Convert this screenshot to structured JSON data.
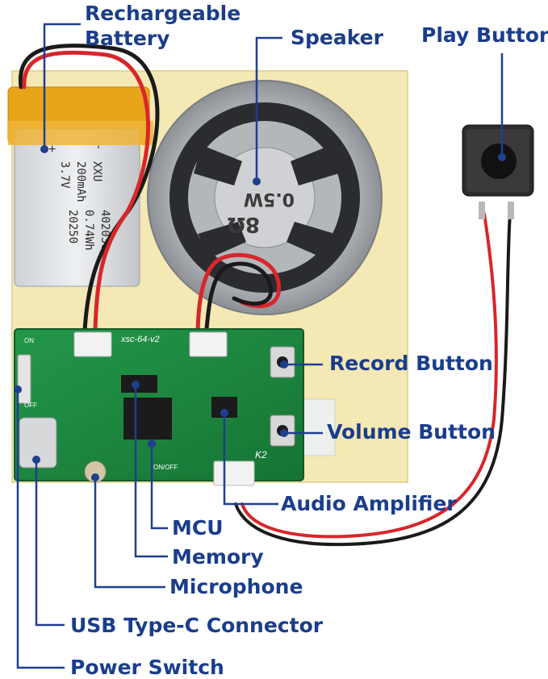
{
  "labels": {
    "battery_line1": "Rechargeable",
    "battery_line2": "Battery",
    "speaker": "Speaker",
    "play_button": "Play Button",
    "record_button": "Record Button",
    "volume_button": "Volume Button",
    "audio_amplifier": "Audio Amplifier",
    "mcu": "MCU",
    "memory": "Memory",
    "microphone": "Microphone",
    "usb": "USB Type-C Connector",
    "power_switch": "Power Switch"
  },
  "battery_print": {
    "col1": "-",
    "col2": "XXU",
    "col3": "200mAh",
    "col4": "3.7V",
    "col5": "402030",
    "col6": "0.74Wh",
    "col7": "20250"
  },
  "speaker_print": {
    "ohm": "8Ω",
    "watt": "0.5W"
  },
  "pcb_print": {
    "model": "xsc-64-v2",
    "k2": "K2",
    "onoff": "ON/OFF",
    "on": "ON",
    "off": "OFF"
  },
  "colors": {
    "label_text": "#1a3d8c",
    "leader_line": "#1f3f8f",
    "pcb": "#1f8a3a",
    "backing": "#f4e8b4",
    "wire_red": "#d8262b",
    "wire_black": "#1a1a1a"
  }
}
